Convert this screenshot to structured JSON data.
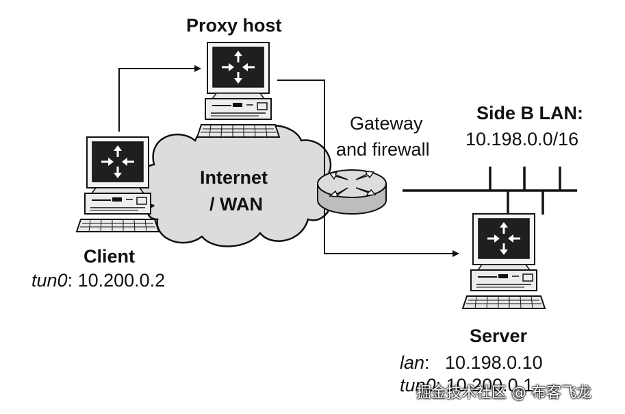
{
  "nodes": {
    "proxy": {
      "title": "Proxy host"
    },
    "internet": {
      "line1": "Internet",
      "line2": "/ WAN"
    },
    "gateway": {
      "line1": "Gateway",
      "line2": "and firewall"
    },
    "side_b": {
      "title": "Side B LAN:",
      "subnet": "10.198.0.0/16"
    },
    "client": {
      "title": "Client",
      "if_name": "tun0",
      "if_addr": ": 10.200.0.2"
    },
    "server": {
      "title": "Server",
      "lan_name": "lan",
      "lan_addr": ":   10.198.0.10",
      "tun_name": "tun0",
      "tun_addr": ": 10.200.0.1"
    }
  },
  "watermark": "掘金技术社区 @ 布客飞龙",
  "colors": {
    "stroke": "#111111",
    "cloud": "#dcdcdc",
    "screen": "#1f1f1f",
    "router": "#cfcfcf"
  }
}
